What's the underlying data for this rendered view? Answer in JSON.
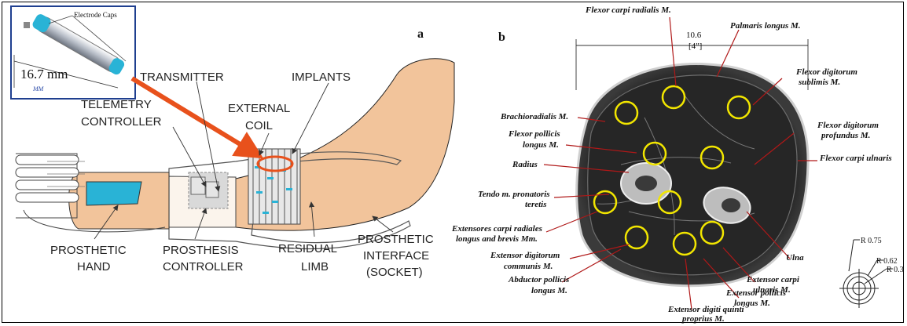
{
  "panel_a": {
    "letter": "a",
    "inset": {
      "caps_label": "Electrode Caps",
      "dimension": "16.7 mm"
    },
    "labels": {
      "transmitter": "TRANSMITTER",
      "implants": "IMPLANTS",
      "telemetry_1": "TELEMETRY",
      "telemetry_2": "CONTROLLER",
      "external_1": "EXTERNAL",
      "external_2": "COIL",
      "hand_1": "PROSTHETIC",
      "hand_2": "HAND",
      "controller_1": "PROSTHESIS",
      "controller_2": "CONTROLLER",
      "limb_1": "RESIDUAL",
      "limb_2": "LIMB",
      "interface_1": "PROSTHETIC",
      "interface_2": "INTERFACE",
      "interface_3": "(SOCKET)"
    },
    "colors": {
      "arrow": "#e8511c",
      "skin": "#f2c49b",
      "cyan": "#29b3d6"
    }
  },
  "panel_b": {
    "letter": "b",
    "dimension_1": "10.6",
    "dimension_2": "[4\"]",
    "labels": {
      "fcr": "Flexor carpi radialis M.",
      "pl": "Palmaris longus M.",
      "fds_1": "Flexor digitorum",
      "fds_2": "sublimis M.",
      "br": "Brachioradialis M.",
      "fdp_1": "Flexor digitorum",
      "fdp_2": "profundus M.",
      "fpl_1": "Flexor pollicis",
      "fpl_2": "longus M.",
      "fcu": "Flexor carpi ulnaris",
      "radius": "Radius",
      "tendo_1": "Tendo m. pronatoris",
      "tendo_2": "teretis",
      "ecr_1": "Extensores carpi radiales",
      "ecr_2": "longus and brevis Mm.",
      "edc_1": "Extensor digitorum",
      "edc_2": "communis M.",
      "apl_1": "Abductor pollicis",
      "apl_2": "longus M.",
      "ulna": "Ulna",
      "ecu_1": "Extensor carpi",
      "ecu_2": "ulnaris M.",
      "epl_1": "Extensor pollicis",
      "epl_2": "longus M.",
      "edq_1": "Extensor digiti quinti",
      "edq_2": "proprius M."
    },
    "electrode_detail": {
      "r1": "R 0.75",
      "r2": "R 0.62",
      "r3": "R 0.3"
    },
    "colors": {
      "circle": "#f2e600"
    }
  }
}
